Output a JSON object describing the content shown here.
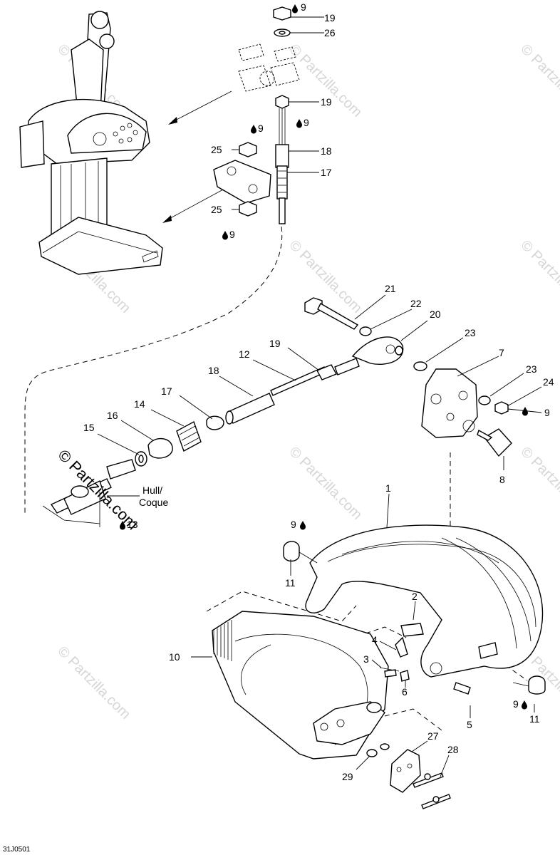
{
  "diagram": {
    "drawing_code": "31J0501",
    "hull_label": "Hull/\nCoque",
    "hull_line1": "Hull/",
    "hull_line2": "Coque",
    "watermark": "© Partzilla.com",
    "lubricant_icon": "oil-drop-icon",
    "callouts": [
      {
        "id": "c1",
        "text": "1"
      },
      {
        "id": "c2",
        "text": "2"
      },
      {
        "id": "c3",
        "text": "3"
      },
      {
        "id": "c4",
        "text": "4"
      },
      {
        "id": "c5",
        "text": "5"
      },
      {
        "id": "c6",
        "text": "6"
      },
      {
        "id": "c7",
        "text": "7"
      },
      {
        "id": "c8",
        "text": "8"
      },
      {
        "id": "c9a",
        "text": "9"
      },
      {
        "id": "c9b",
        "text": "9"
      },
      {
        "id": "c9c",
        "text": "9"
      },
      {
        "id": "c9d",
        "text": "9"
      },
      {
        "id": "c9e",
        "text": "9"
      },
      {
        "id": "c9f",
        "text": "9"
      },
      {
        "id": "c9g",
        "text": "9"
      },
      {
        "id": "c10",
        "text": "10"
      },
      {
        "id": "c11a",
        "text": "11"
      },
      {
        "id": "c11b",
        "text": "11"
      },
      {
        "id": "c12",
        "text": "12"
      },
      {
        "id": "c13",
        "text": "13"
      },
      {
        "id": "c14",
        "text": "14"
      },
      {
        "id": "c15",
        "text": "15"
      },
      {
        "id": "c16",
        "text": "16"
      },
      {
        "id": "c17a",
        "text": "17"
      },
      {
        "id": "c17b",
        "text": "17"
      },
      {
        "id": "c18a",
        "text": "18"
      },
      {
        "id": "c18b",
        "text": "18"
      },
      {
        "id": "c19a",
        "text": "19"
      },
      {
        "id": "c19b",
        "text": "19"
      },
      {
        "id": "c19c",
        "text": "19"
      },
      {
        "id": "c20",
        "text": "20"
      },
      {
        "id": "c21",
        "text": "21"
      },
      {
        "id": "c22",
        "text": "22"
      },
      {
        "id": "c23a",
        "text": "23"
      },
      {
        "id": "c23b",
        "text": "23"
      },
      {
        "id": "c24",
        "text": "24"
      },
      {
        "id": "c25a",
        "text": "25"
      },
      {
        "id": "c25b",
        "text": "25"
      },
      {
        "id": "c26",
        "text": "26"
      },
      {
        "id": "c27",
        "text": "27"
      },
      {
        "id": "c28",
        "text": "28"
      },
      {
        "id": "c29",
        "text": "29"
      }
    ]
  }
}
